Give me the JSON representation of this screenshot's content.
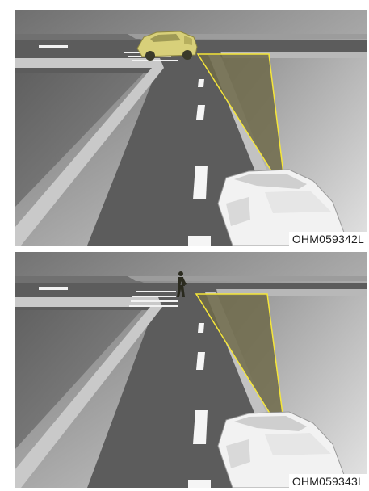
{
  "figures": [
    {
      "code": "OHM059342L",
      "hazard": "vehicle-at-crosswalk"
    },
    {
      "code": "OHM059343L",
      "hazard": "pedestrian-at-crosswalk"
    }
  ],
  "colors": {
    "zone_fill": "#6e6a4a",
    "zone_stroke": "#f5e63a",
    "highlight_vehicle": "#d8d07a",
    "road": "#5a5a5a"
  }
}
